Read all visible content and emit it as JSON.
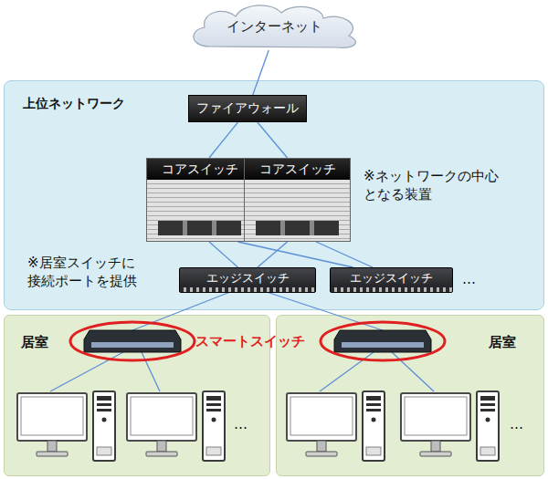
{
  "diagram": {
    "nodes": [
      {
        "text": [
          "インターネット"
        ]
      },
      {
        "text": [
          "上位ネットワーク"
        ]
      },
      {
        "text": [
          "ファイアウォール"
        ],
        "in": 1
      },
      {
        "text": [
          "コアスイッチ"
        ],
        "in": 1
      },
      {
        "text": [
          "コアスイッチ"
        ],
        "in": 1
      },
      {
        "text": [
          "エッジスイッチ"
        ],
        "in": 1
      },
      {
        "text": [
          "エッジスイッチ"
        ],
        "in": 1
      },
      {
        "text": [
          "居室"
        ]
      },
      {
        "text": [
          "居室"
        ]
      }
    ],
    "edges": [
      {
        "from": 0,
        "to": 2,
        "arrow": "none"
      },
      {
        "from": 2,
        "to": 3,
        "arrow": "none"
      },
      {
        "from": 2,
        "to": 4,
        "arrow": "none"
      },
      {
        "from": 3,
        "to": 5,
        "arrow": "none"
      },
      {
        "from": 3,
        "to": 6,
        "arrow": "none"
      },
      {
        "from": 4,
        "to": 5,
        "arrow": "none"
      },
      {
        "from": 4,
        "to": 6,
        "arrow": "none"
      }
    ],
    "labels": [
      "※ネットワークの中心 となる装置",
      "※居室スイッチに 接続ポートを提供",
      "…",
      "スマートスイッチ",
      "…",
      "…"
    ]
  }
}
